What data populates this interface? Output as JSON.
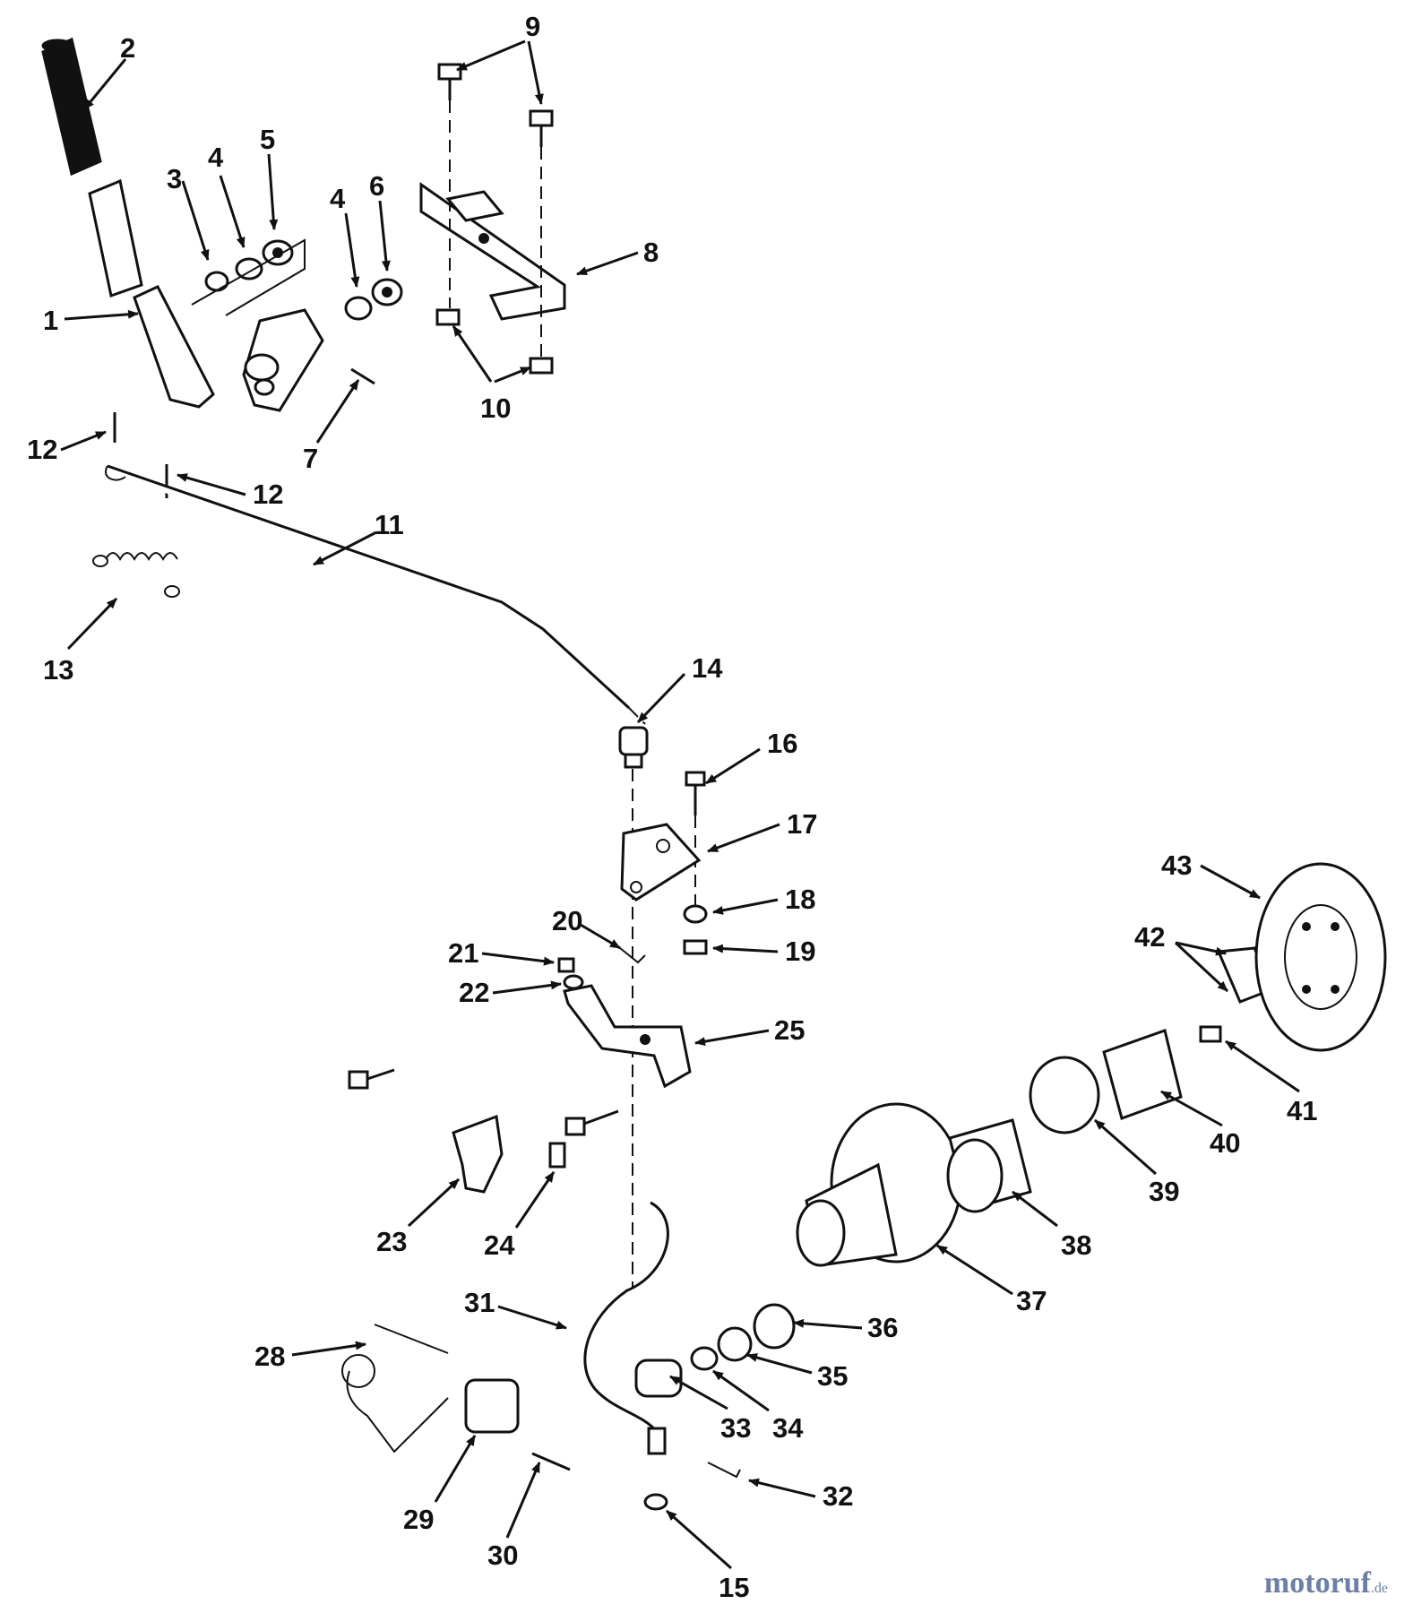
{
  "diagram": {
    "callouts": [
      {
        "id": "1",
        "label": "1"
      },
      {
        "id": "2",
        "label": "2"
      },
      {
        "id": "3",
        "label": "3"
      },
      {
        "id": "4a",
        "label": "4"
      },
      {
        "id": "4b",
        "label": "4"
      },
      {
        "id": "5",
        "label": "5"
      },
      {
        "id": "6",
        "label": "6"
      },
      {
        "id": "7",
        "label": "7"
      },
      {
        "id": "8",
        "label": "8"
      },
      {
        "id": "9",
        "label": "9"
      },
      {
        "id": "10",
        "label": "10"
      },
      {
        "id": "11",
        "label": "11"
      },
      {
        "id": "12a",
        "label": "12"
      },
      {
        "id": "12b",
        "label": "12"
      },
      {
        "id": "13",
        "label": "13"
      },
      {
        "id": "14",
        "label": "14"
      },
      {
        "id": "15",
        "label": "15"
      },
      {
        "id": "16",
        "label": "16"
      },
      {
        "id": "17",
        "label": "17"
      },
      {
        "id": "18",
        "label": "18"
      },
      {
        "id": "19",
        "label": "19"
      },
      {
        "id": "20",
        "label": "20"
      },
      {
        "id": "21",
        "label": "21"
      },
      {
        "id": "22",
        "label": "22"
      },
      {
        "id": "23",
        "label": "23"
      },
      {
        "id": "24",
        "label": "24"
      },
      {
        "id": "25",
        "label": "25"
      },
      {
        "id": "28",
        "label": "28"
      },
      {
        "id": "29",
        "label": "29"
      },
      {
        "id": "30",
        "label": "30"
      },
      {
        "id": "31",
        "label": "31"
      },
      {
        "id": "32",
        "label": "32"
      },
      {
        "id": "33",
        "label": "33"
      },
      {
        "id": "34",
        "label": "34"
      },
      {
        "id": "35",
        "label": "35"
      },
      {
        "id": "36",
        "label": "36"
      },
      {
        "id": "37",
        "label": "37"
      },
      {
        "id": "38",
        "label": "38"
      },
      {
        "id": "39",
        "label": "39"
      },
      {
        "id": "40",
        "label": "40"
      },
      {
        "id": "41",
        "label": "41"
      },
      {
        "id": "42",
        "label": "42"
      },
      {
        "id": "43",
        "label": "43"
      }
    ]
  },
  "watermark": {
    "brand": "motoruf",
    "tld": ".de"
  }
}
